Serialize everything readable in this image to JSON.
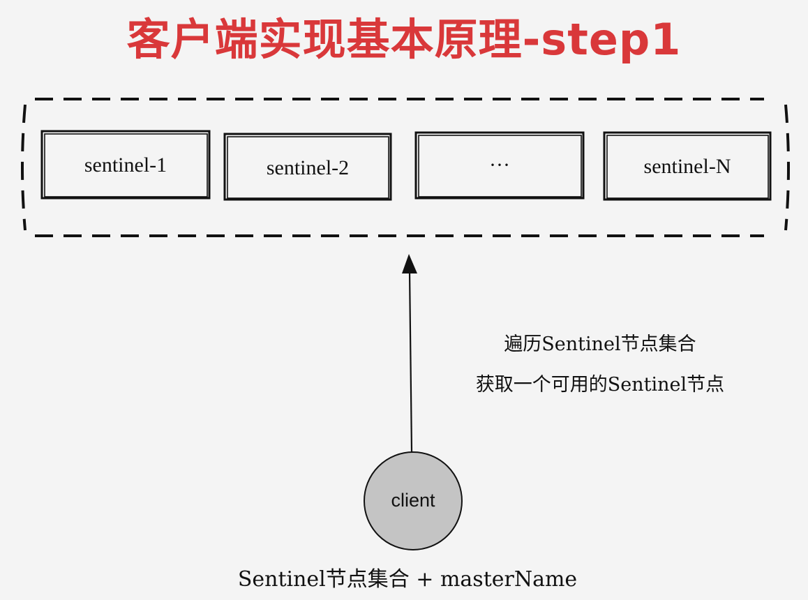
{
  "title": "客户端实现基本原理-step1",
  "sentinel_group": {
    "nodes": [
      {
        "label": "sentinel-1"
      },
      {
        "label": "sentinel-2"
      },
      {
        "label": "···"
      },
      {
        "label": "sentinel-N"
      }
    ]
  },
  "arrow_annotation": {
    "line1": "遍历Sentinel节点集合",
    "line2": "获取一个可用的Sentinel节点"
  },
  "client": {
    "label": "client",
    "fill_color": "#c4c4c4"
  },
  "client_caption": "Sentinel节点集合 + masterName",
  "colors": {
    "title": "#d9383a",
    "stroke": "#111111"
  }
}
